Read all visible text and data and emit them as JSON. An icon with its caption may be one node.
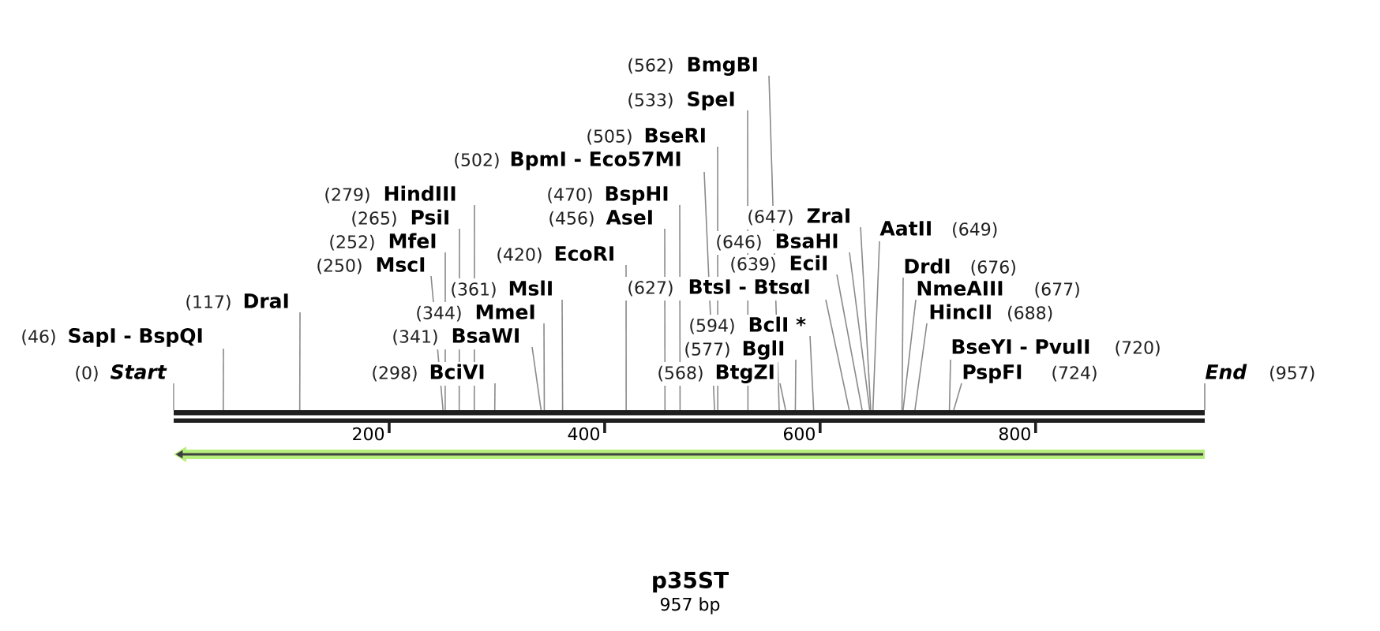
{
  "diagram": {
    "title": "p35ST",
    "caption": "957 bp",
    "nodes": [
      {
        "text": [
          "(562)",
          "BmgBI"
        ]
      },
      {
        "text": [
          "(533)",
          "SpeI"
        ]
      },
      {
        "text": [
          "(505)",
          "BseRI"
        ]
      },
      {
        "text": [
          "(502)",
          "BpmI - Eco57MI"
        ]
      },
      {
        "text": [
          "(279)",
          "HindIII"
        ]
      },
      {
        "text": [
          "(470)",
          "BspHI"
        ]
      },
      {
        "text": [
          "(265)",
          "PsiI"
        ]
      },
      {
        "text": [
          "(456)",
          "AseI"
        ]
      },
      {
        "text": [
          "(647)",
          "ZraI"
        ]
      },
      {
        "text": [
          "AatII",
          "(649)"
        ]
      },
      {
        "text": [
          "(252)",
          "MfeI"
        ]
      },
      {
        "text": [
          "(646)",
          "BsaHI"
        ]
      },
      {
        "text": [
          "(420)",
          "EcoRI"
        ]
      },
      {
        "text": [
          "(250)",
          "MscI"
        ]
      },
      {
        "text": [
          "(639)",
          "EciI"
        ]
      },
      {
        "text": [
          "DrdI",
          "(676)"
        ]
      },
      {
        "text": [
          "(361)",
          "MslI"
        ]
      },
      {
        "text": [
          "(627)",
          "BtsI - BtsαI"
        ]
      },
      {
        "text": [
          "NmeAIII",
          "(677)"
        ]
      },
      {
        "text": [
          "(117)",
          "DraI"
        ]
      },
      {
        "text": [
          "(344)",
          "MmeI"
        ]
      },
      {
        "text": [
          "HincII",
          "(688)"
        ]
      },
      {
        "text": [
          "(594)",
          "BclI *"
        ]
      },
      {
        "text": [
          "(46)",
          "SapI - BspQI"
        ]
      },
      {
        "text": [
          "(341)",
          "BsaWI"
        ]
      },
      {
        "text": [
          "(577)",
          "BglI"
        ]
      },
      {
        "text": [
          "BseYI - PvuII",
          "(720)"
        ]
      },
      {
        "text": [
          "(0)",
          "Start"
        ]
      },
      {
        "text": [
          "(298)",
          "BciVI"
        ]
      },
      {
        "text": [
          "(568)",
          "BtgZI"
        ]
      },
      {
        "text": [
          "PspFI",
          "(724)"
        ]
      },
      {
        "text": [
          "End",
          "(957)"
        ]
      },
      {
        "text": [],
        "shape": "bar"
      },
      {
        "text": [],
        "shape": "arrow"
      }
    ],
    "edges": [
      {
        "from": 0,
        "to": 32,
        "arrow": "none"
      },
      {
        "from": 1,
        "to": 32,
        "arrow": "none"
      },
      {
        "from": 2,
        "to": 32,
        "arrow": "none"
      },
      {
        "from": 3,
        "to": 32,
        "arrow": "none"
      },
      {
        "from": 4,
        "to": 32,
        "arrow": "none"
      },
      {
        "from": 5,
        "to": 32,
        "arrow": "none"
      },
      {
        "from": 6,
        "to": 32,
        "arrow": "none"
      },
      {
        "from": 7,
        "to": 32,
        "arrow": "none"
      },
      {
        "from": 8,
        "to": 32,
        "arrow": "none"
      },
      {
        "from": 9,
        "to": 32,
        "arrow": "none"
      },
      {
        "from": 10,
        "to": 32,
        "arrow": "none"
      },
      {
        "from": 11,
        "to": 32,
        "arrow": "none"
      },
      {
        "from": 12,
        "to": 32,
        "arrow": "none"
      },
      {
        "from": 13,
        "to": 32,
        "arrow": "none"
      },
      {
        "from": 14,
        "to": 32,
        "arrow": "none"
      },
      {
        "from": 15,
        "to": 32,
        "arrow": "none"
      },
      {
        "from": 16,
        "to": 32,
        "arrow": "none"
      },
      {
        "from": 17,
        "to": 32,
        "arrow": "none"
      },
      {
        "from": 18,
        "to": 32,
        "arrow": "none"
      },
      {
        "from": 19,
        "to": 32,
        "arrow": "none"
      },
      {
        "from": 20,
        "to": 32,
        "arrow": "none"
      },
      {
        "from": 21,
        "to": 32,
        "arrow": "none"
      },
      {
        "from": 22,
        "to": 32,
        "arrow": "none"
      },
      {
        "from": 23,
        "to": 32,
        "arrow": "none"
      },
      {
        "from": 24,
        "to": 32,
        "arrow": "none"
      },
      {
        "from": 25,
        "to": 32,
        "arrow": "none"
      },
      {
        "from": 26,
        "to": 32,
        "arrow": "none"
      },
      {
        "from": 27,
        "to": 32,
        "arrow": "none"
      },
      {
        "from": 28,
        "to": 32,
        "arrow": "none"
      },
      {
        "from": 29,
        "to": 32,
        "arrow": "none"
      },
      {
        "from": 30,
        "to": 32,
        "arrow": "none"
      },
      {
        "from": 31,
        "to": 32,
        "arrow": "none"
      }
    ],
    "labels": [
      "200",
      "400",
      "600",
      "800"
    ]
  }
}
